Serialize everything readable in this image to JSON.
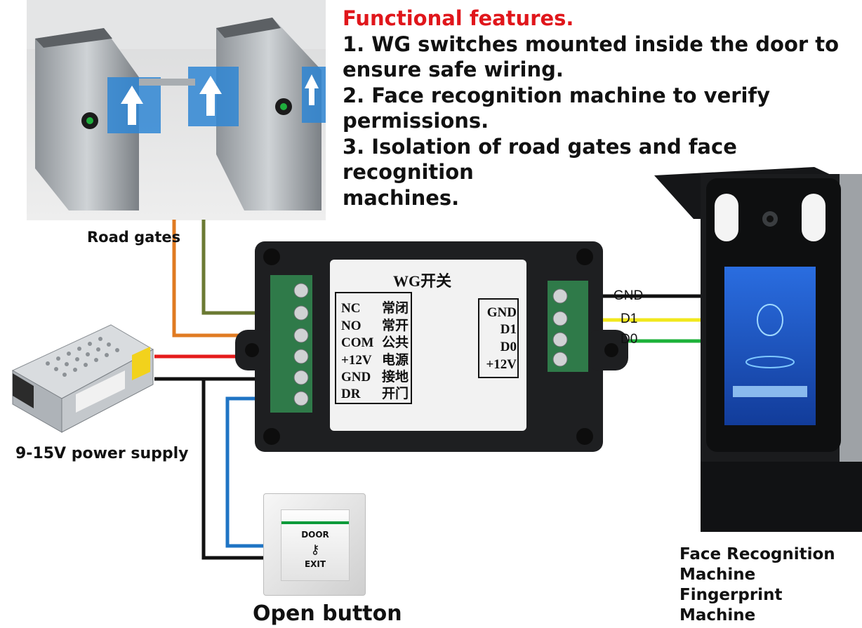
{
  "features": {
    "title": "Functional features.",
    "lines": [
      "1. WG switches mounted inside the door to",
      "ensure safe wiring.",
      "2. Face recognition machine to verify",
      "permissions.",
      "3. Isolation of road gates and face recognition",
      "machines."
    ]
  },
  "labels": {
    "road_gates": "Road gates",
    "power_supply": "9-15V power supply",
    "open_button": "Open button",
    "face_machine": [
      "Face Recognition",
      "Machine Fingerprint",
      "Machine"
    ]
  },
  "module": {
    "title": "WG开关",
    "left_terminals": [
      {
        "en": "NC",
        "cn": "常闭"
      },
      {
        "en": "NO",
        "cn": "常开"
      },
      {
        "en": "COM",
        "cn": "公共"
      },
      {
        "en": "+12V",
        "cn": "电源"
      },
      {
        "en": "GND",
        "cn": "接地"
      },
      {
        "en": "DR",
        "cn": "开门"
      }
    ],
    "right_terminals": [
      "GND",
      "D1",
      "D0",
      "+12V"
    ]
  },
  "wires": {
    "gnd": "GND",
    "d1": "D1",
    "d0": "D0"
  },
  "button": {
    "top": "DOOR",
    "bottom": "EXIT"
  },
  "colors": {
    "title_red": "#e0161b",
    "wire_orange": "#e07b22",
    "wire_olive": "#6b7a33",
    "wire_red": "#e51b1b",
    "wire_black": "#111111",
    "wire_blue": "#1f74c4",
    "wire_yellow": "#f1e81c",
    "wire_green": "#1db23a",
    "screen_blue": "#1d58c9"
  }
}
